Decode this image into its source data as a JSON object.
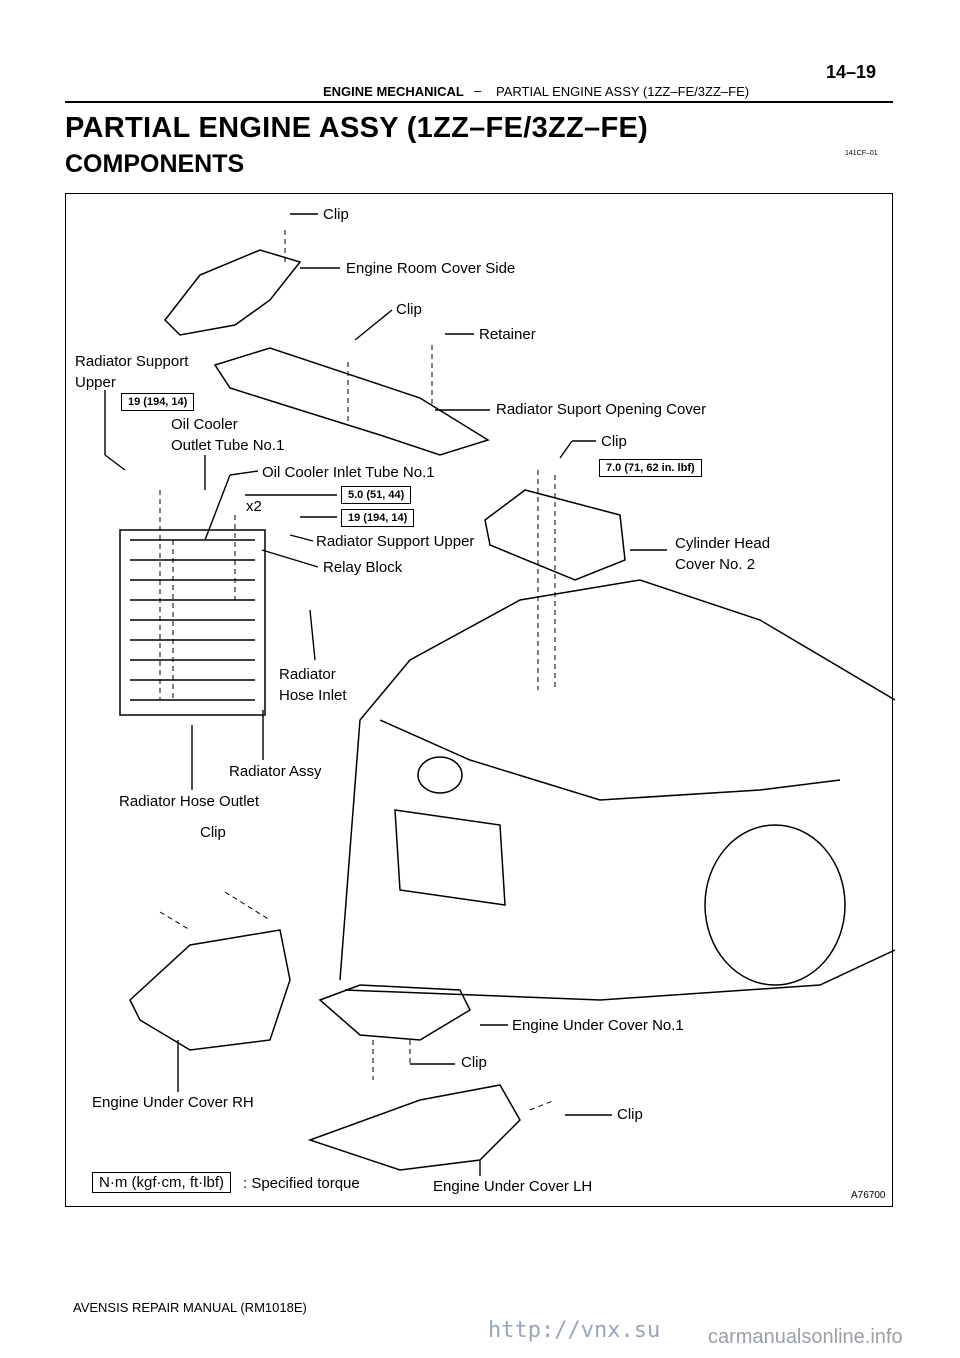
{
  "header": {
    "section": "ENGINE MECHANICAL",
    "dash": "–",
    "subsection": "PARTIAL ENGINE ASSY (1ZZ–FE/3ZZ–FE)",
    "page_number": "14–19"
  },
  "title": "PARTIAL ENGINE ASSY (1ZZ–FE/3ZZ–FE)",
  "subtitle": "COMPONENTS",
  "ref_code": "141CF–01",
  "figure": {
    "id": "A76700",
    "labels": {
      "clip_top": "Clip",
      "engine_room_cover_side": "Engine Room Cover Side",
      "clip_2": "Clip",
      "retainer": "Retainer",
      "radiator_support_upper_1": "Radiator Support",
      "radiator_support_upper_2": "Upper",
      "radiator_support_opening_cover": "Radiator Suport Opening Cover",
      "oil_cooler_outlet_1": "Oil Cooler",
      "oil_cooler_outlet_2": "Outlet Tube No.1",
      "clip_3": "Clip",
      "oil_cooler_inlet": "Oil Cooler Inlet Tube No.1",
      "x2": "x2",
      "radiator_support_upper_b": "Radiator Support Upper",
      "cylinder_head_cover_1": "Cylinder Head",
      "cylinder_head_cover_2": "Cover No. 2",
      "relay_block": "Relay Block",
      "radiator_hose_inlet_1": "Radiator",
      "radiator_hose_inlet_2": "Hose Inlet",
      "radiator_assy": "Radiator Assy",
      "radiator_hose_outlet": "Radiator Hose Outlet",
      "clip_4": "Clip",
      "engine_under_cover_no1": "Engine Under Cover No.1",
      "clip_5": "Clip",
      "engine_under_cover_rh": "Engine Under Cover RH",
      "clip_6": "Clip",
      "engine_under_cover_lh": "Engine Under Cover LH"
    },
    "torques": {
      "t1": "19 (194, 14)",
      "t2": "7.0 (71, 62 in. lbf)",
      "t3": "5.0 (51, 44)",
      "t4": "19 (194, 14)"
    },
    "legend": {
      "box": "N·m (kgf·cm, ft·lbf)",
      "text": ": Specified torque"
    }
  },
  "footer": "AVENSIS REPAIR MANUAL   (RM1018E)",
  "watermark": "http://vnx.su",
  "site": "carmanualsonline.info"
}
